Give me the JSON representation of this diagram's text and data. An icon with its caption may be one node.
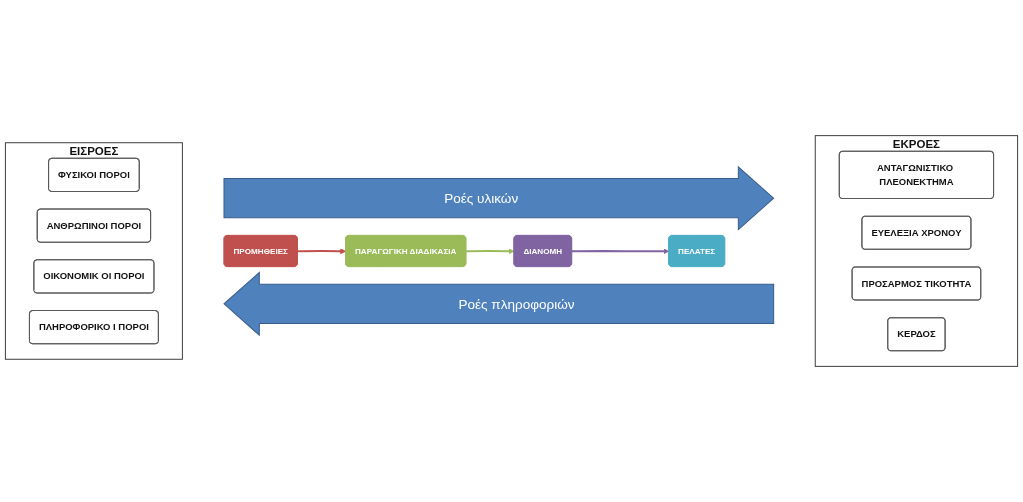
{
  "diagram": {
    "nodes": [
      {
        "text": [
          "ΕΙΣΡΟΕΣ"
        ]
      },
      {
        "text": [
          "ΦΥΣΙΚΟΙ ΠΟΡΟΙ"
        ],
        "in": 0
      },
      {
        "text": [
          "ΑΝΘΡΩΠΙΝΟΙ ΠΟΡΟΙ"
        ],
        "in": 0
      },
      {
        "text": [
          "ΟΙΚΟΝΟΜΙΚ ΟΙ ΠΟΡΟΙ"
        ],
        "in": 0
      },
      {
        "text": [
          "ΠΛΗΡΟΦΟΡΙΚΟ Ι ΠΟΡΟΙ"
        ],
        "in": 0
      },
      {
        "text": [
          "Ροές υλικών"
        ]
      },
      {
        "text": [
          "ΠΡΟΜΗΘΕΙΕΣ"
        ]
      },
      {
        "text": [
          "ΠΑΡΑΓΩΓΙΚΗ ΔΙΑΔΙΚΑΣΙΑ"
        ]
      },
      {
        "text": [
          "ΔΙΑΝΟΜΗ"
        ]
      },
      {
        "text": [
          "ΠΕΛΑΤΕΣ"
        ]
      },
      {
        "text": [
          "Ροές πληροφοριών"
        ]
      },
      {
        "text": [
          "ΕΚΡΟΕΣ"
        ]
      },
      {
        "text": [
          "ΑΝΤΑΓΩΝΙΣΤΙΚΟ ΠΛΕΟΝΕΚΤΗΜΑ"
        ],
        "in": 11
      },
      {
        "text": [
          "ΕΥΕΛΕΞΙΑ ΧΡΟΝΟΥ"
        ],
        "in": 11
      },
      {
        "text": [
          "ΠΡΟΣΑΡΜΟΣ ΤΙΚΟΤΗΤΑ"
        ],
        "in": 11
      },
      {
        "text": [
          "ΚΕΡΔΟΣ"
        ],
        "in": 11
      }
    ],
    "edges": [
      {
        "from": 6,
        "to": 7,
        "arrow": "to",
        "color": "#c0504d"
      },
      {
        "from": 7,
        "to": 8,
        "arrow": "to",
        "color": "#9bbb59"
      },
      {
        "from": 8,
        "to": 9,
        "arrow": "to",
        "color": "#8064a2"
      }
    ]
  }
}
